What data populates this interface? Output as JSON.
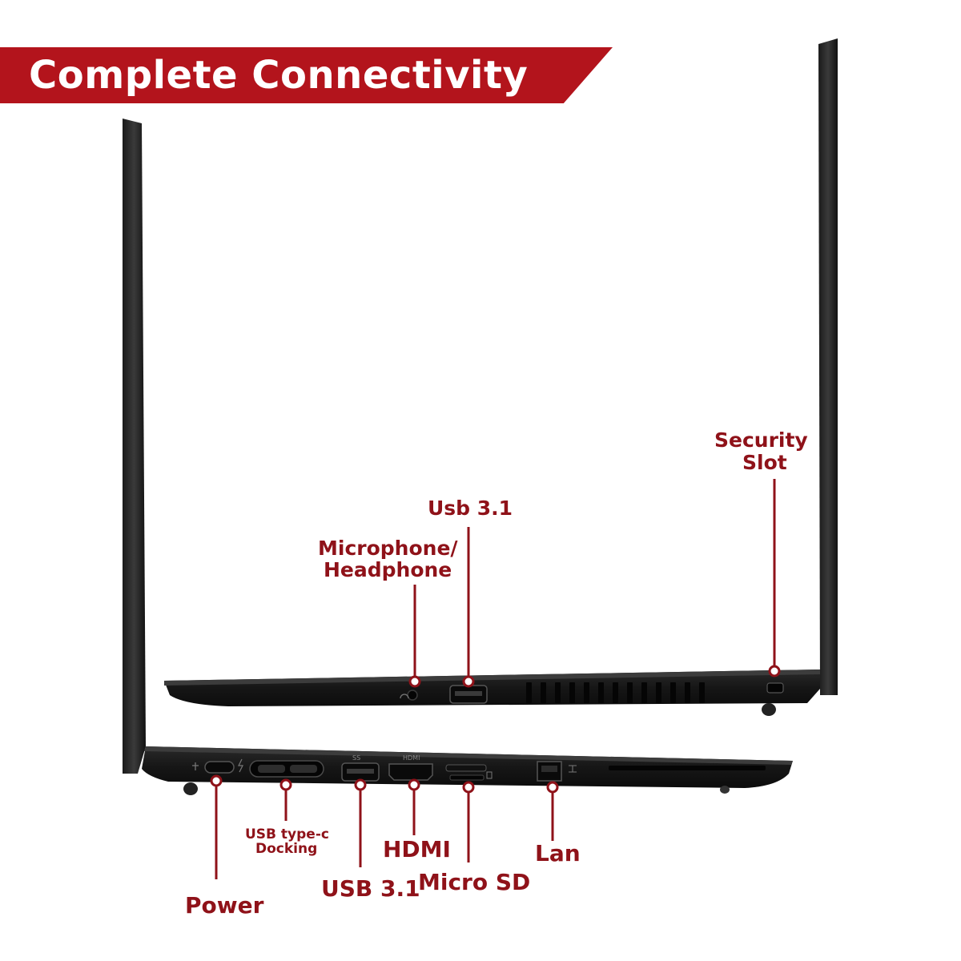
{
  "banner": {
    "title": "Complete Connectivity",
    "color": "#b3141c"
  },
  "labels": {
    "usb_top": "Usb 3.1",
    "mic_line1": "Microphone/",
    "mic_line2": "Headphone",
    "security_line1": "Security",
    "security_line2": "Slot",
    "usb_c_line1": "USB type-c",
    "usb_c_line2": "Docking",
    "hdmi": "HDMI",
    "lan": "Lan",
    "usb_bottom": "USB 3.1",
    "micro_sd": "Micro SD",
    "power": "Power"
  },
  "port_marks": {
    "hdmi_text": "HDMI",
    "usb_ss_text": "SS"
  },
  "colors": {
    "label": "#8f1219",
    "laptop_body": "#1e1e1e",
    "leader": "#8f1219"
  }
}
